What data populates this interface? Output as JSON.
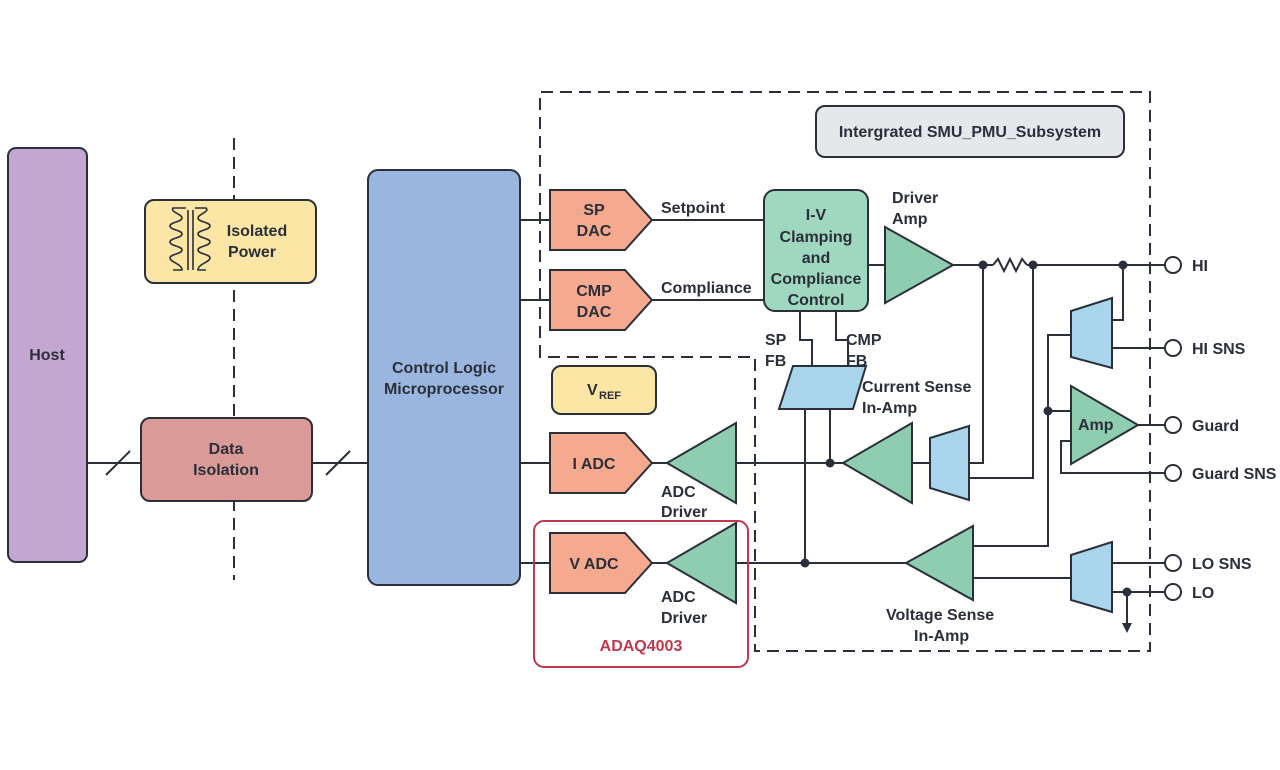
{
  "colors": {
    "host": "#c4a7d0",
    "isolated_power": "#fbe6a6",
    "data_isolation": "#d99a98",
    "microprocessor": "#9bb6de",
    "dac_adc": "#f5a98e",
    "clamp_control": "#9fd8be",
    "amplifier": "#8ecdb0",
    "in_amp": "#a8d4ec",
    "subsystem_label": "#e6e7eb",
    "vref": "#fbe6a6",
    "highlight_red": "#c0384c",
    "line": "#2b2f3a"
  },
  "blocks": {
    "host": "Host",
    "isolated_power": [
      "Isolated",
      "Power"
    ],
    "data_isolation": [
      "Data",
      "Isolation"
    ],
    "microprocessor": [
      "Control Logic",
      "Microprocessor"
    ],
    "sp_dac": [
      "SP",
      "DAC"
    ],
    "cmp_dac": [
      "CMP",
      "DAC"
    ],
    "i_adc": "I ADC",
    "v_adc": "V ADC",
    "vref_main": "V",
    "vref_sub": "REF",
    "clamp_control": [
      "I-V",
      "Clamping",
      "and",
      "Compliance",
      "Control"
    ],
    "subsystem_title": "Intergrated SMU_PMU_Subsystem",
    "amp": "Amp",
    "adaq_part": "ADAQ4003"
  },
  "labels": {
    "setpoint": "Setpoint",
    "compliance": "Compliance",
    "driver_amp": [
      "Driver",
      "Amp"
    ],
    "sp_fb": [
      "SP",
      "FB"
    ],
    "cmp_fb": [
      "CMP",
      "FB"
    ],
    "current_sense": [
      "Current Sense",
      "In-Amp"
    ],
    "adc_driver_i": [
      "ADC",
      "Driver"
    ],
    "adc_driver_v": [
      "ADC",
      "Driver"
    ],
    "voltage_sense": [
      "Voltage Sense",
      "In-Amp"
    ]
  },
  "terminals": {
    "hi": "HI",
    "hi_sns": "HI SNS",
    "guard": "Guard",
    "guard_sns": "Guard SNS",
    "lo_sns": "LO SNS",
    "lo": "LO"
  }
}
